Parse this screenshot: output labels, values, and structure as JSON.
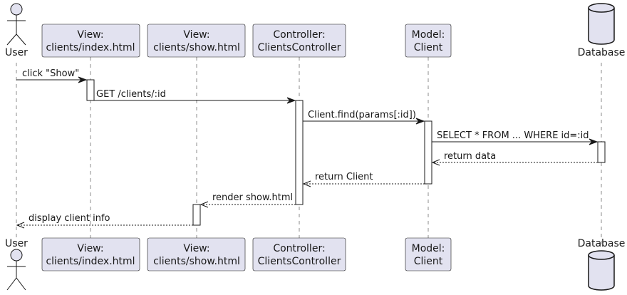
{
  "participants": {
    "user": {
      "label": "User"
    },
    "index_view": {
      "line1": "View:",
      "line2": "clients/index.html"
    },
    "show_view": {
      "line1": "View:",
      "line2": "clients/show.html"
    },
    "controller": {
      "line1": "Controller:",
      "line2": "ClientsController"
    },
    "model": {
      "line1": "Model:",
      "line2": "Client"
    },
    "database": {
      "label": "Database"
    }
  },
  "messages": [
    {
      "text": "click \"Show\"",
      "from": "user",
      "to": "index_view",
      "style": "solid"
    },
    {
      "text": "GET /clients/:id",
      "from": "index_view",
      "to": "controller",
      "style": "solid"
    },
    {
      "text": "Client.find(params[:id])",
      "from": "controller",
      "to": "model",
      "style": "solid"
    },
    {
      "text": "SELECT * FROM ... WHERE id=:id",
      "from": "model",
      "to": "database",
      "style": "solid"
    },
    {
      "text": "return data",
      "from": "database",
      "to": "model",
      "style": "dashed"
    },
    {
      "text": "return Client",
      "from": "model",
      "to": "controller",
      "style": "dashed"
    },
    {
      "text": "render show.html",
      "from": "controller",
      "to": "show_view",
      "style": "dashed"
    },
    {
      "text": "display client info",
      "from": "show_view",
      "to": "user",
      "style": "dashed"
    }
  ],
  "colors": {
    "participant_fill": "#e2e2f0",
    "stroke": "#181818",
    "background": "#ffffff"
  }
}
